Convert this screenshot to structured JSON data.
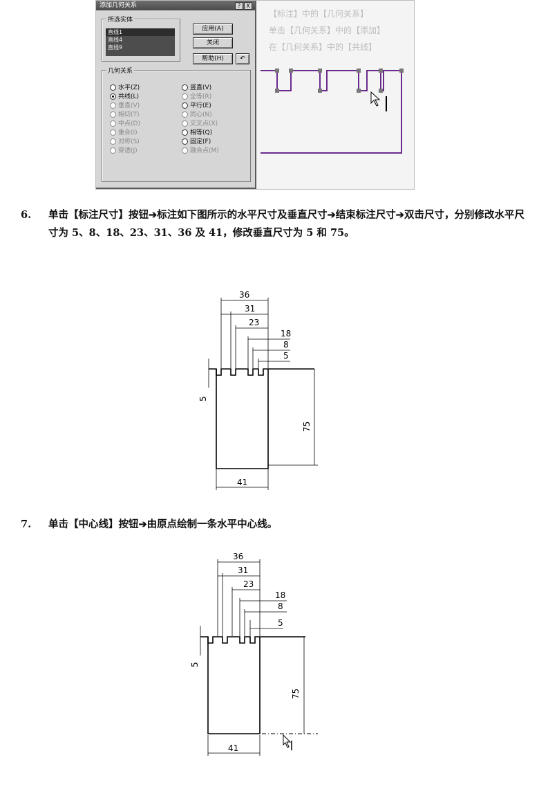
{
  "dialog": {
    "title": "添加几何关系",
    "help_btn": "?",
    "close_btn": "X",
    "selected_group_label": "所选实体",
    "selected_items": [
      "直线1",
      "直线4",
      "直线9"
    ],
    "apply_button": "应用(A)",
    "close_button": "关闭",
    "help_button": "帮助(H)",
    "undo_button": "↶",
    "relations_group_label": "几何关系",
    "relations_left": [
      {
        "label": "水平(Z)",
        "checked": false,
        "enabled": true
      },
      {
        "label": "共线(L)",
        "checked": true,
        "enabled": true
      },
      {
        "label": "垂直(V)",
        "checked": false,
        "enabled": false
      },
      {
        "label": "相切(T)",
        "checked": false,
        "enabled": false
      },
      {
        "label": "中点(D)",
        "checked": false,
        "enabled": false
      },
      {
        "label": "重合(I)",
        "checked": false,
        "enabled": false
      },
      {
        "label": "对称(S)",
        "checked": false,
        "enabled": false
      },
      {
        "label": "穿透(J)",
        "checked": false,
        "enabled": false
      }
    ],
    "relations_right": [
      {
        "label": "竖直(V)",
        "checked": false,
        "enabled": true
      },
      {
        "label": "全等(R)",
        "checked": false,
        "enabled": false
      },
      {
        "label": "平行(E)",
        "checked": false,
        "enabled": true
      },
      {
        "label": "同心(N)",
        "checked": false,
        "enabled": false
      },
      {
        "label": "交叉点(X)",
        "checked": false,
        "enabled": false
      },
      {
        "label": "相等(Q)",
        "checked": false,
        "enabled": true
      },
      {
        "label": "固定(F)",
        "checked": false,
        "enabled": true
      },
      {
        "label": "融合点(M)",
        "checked": false,
        "enabled": false
      }
    ],
    "background_text": [
      "【标注】中的【几何关系】",
      "单击【几何关系】中的【添加】",
      "在【几何关系】中的【共线】"
    ]
  },
  "step6": {
    "number": "6.",
    "text": "单击【标注尺寸】按钮➔标注如下图所示的水平尺寸及垂直尺寸➔结束标注尺寸➔双击尺寸，分别修改水平尺寸为 5、8、18、23、31、36 及 41，修改垂直尺寸为 5 和 75。"
  },
  "step7": {
    "number": "7.",
    "text": "单击【中心线】按钮➔由原点绘制一条水平中心线。"
  },
  "drawing1": {
    "dims_horizontal": [
      "36",
      "31",
      "23",
      "18",
      "8",
      "5",
      "41"
    ],
    "dims_vertical": [
      "5",
      "75"
    ]
  },
  "drawing2": {
    "dims_horizontal": [
      "36",
      "31",
      "23",
      "18",
      "8",
      "5",
      "41"
    ],
    "dims_vertical": [
      "5",
      "75"
    ]
  }
}
